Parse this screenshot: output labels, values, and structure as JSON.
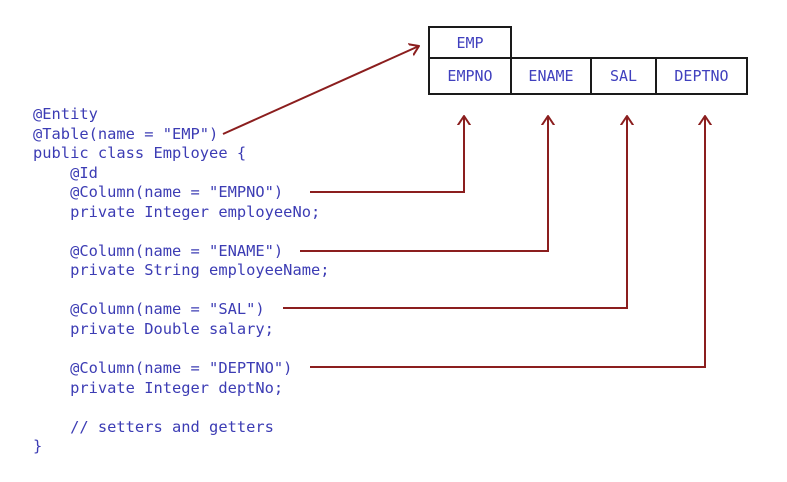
{
  "code": {
    "lines": [
      "@Entity",
      "@Table(name = \"EMP\")",
      "public class Employee {",
      "    @Id",
      "    @Column(name = \"EMPNO\")",
      "    private Integer employeeNo;",
      "",
      "    @Column(name = \"ENAME\")",
      "    private String employeeName;",
      "",
      "    @Column(name = \"SAL\")",
      "    private Double salary;",
      "",
      "    @Column(name = \"DEPTNO\")",
      "    private Integer deptNo;",
      "",
      "    // setters and getters",
      "}"
    ]
  },
  "table": {
    "name": "EMP",
    "columns": [
      "EMPNO",
      "ENAME",
      "SAL",
      "DEPTNO"
    ]
  },
  "connections": [
    {
      "from": "@Table(name = \"EMP\")",
      "to": "EMP"
    },
    {
      "from": "@Column(name = \"EMPNO\")",
      "to": "EMPNO"
    },
    {
      "from": "@Column(name = \"ENAME\")",
      "to": "ENAME"
    },
    {
      "from": "@Column(name = \"SAL\")",
      "to": "SAL"
    },
    {
      "from": "@Column(name = \"DEPTNO\")",
      "to": "DEPTNO"
    }
  ],
  "colors": {
    "code_text": "#3c3cb4",
    "table_text": "#4040be",
    "arrow": "#8b1e1e",
    "table_border": "#1a1a1a",
    "bg": "#ffffff"
  }
}
